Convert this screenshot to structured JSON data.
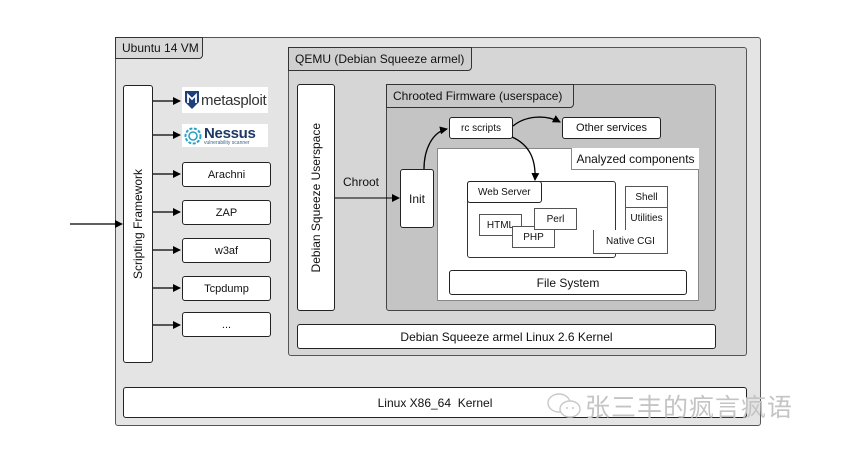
{
  "ubuntu_vm": {
    "title": "Ubuntu 14 VM",
    "scripting_framework": "Scripting Framework",
    "tools": [
      {
        "label": "metasploit",
        "kind": "logo",
        "icon": "metasploit-logo-icon"
      },
      {
        "label": "Nessus",
        "sublabel": "vulnerability scanner",
        "kind": "logo",
        "icon": "nessus-logo-icon"
      },
      {
        "label": "Arachni",
        "kind": "box"
      },
      {
        "label": "ZAP",
        "kind": "box"
      },
      {
        "label": "w3af",
        "kind": "box"
      },
      {
        "label": "Tcpdump",
        "kind": "box"
      },
      {
        "label": "...",
        "kind": "box"
      }
    ],
    "host_kernel": "Linux X86_64  Kernel"
  },
  "qemu": {
    "title": "QEMU (Debian Squeeze armel)",
    "userspace": "Debian Squeeze Userspace",
    "chroot_label": "Chroot",
    "guest_kernel": "Debian Squeeze armel Linux 2.6 Kernel",
    "chrooted_firmware": {
      "title": "Chrooted Firmware (userspace)",
      "init": "Init",
      "rc_scripts": "rc scripts",
      "other_services": "Other services",
      "analyzed": {
        "title": "Analyzed components",
        "web_server": "Web Server",
        "html": "HTML",
        "php": "PHP",
        "perl": "Perl",
        "native_cgi": "Native CGI",
        "shell": "Shell",
        "utilities": "Utilities",
        "file_system": "File System"
      }
    }
  },
  "watermark": "张三丰的疯言疯语",
  "colors": {
    "outer_bg": "#e4e4e4",
    "qemu_bg": "#d6d6d6",
    "firmware_bg": "#c4c4c4",
    "metasploit_blue": "#1d3f7a",
    "nessus_teal": "#2aa0c0",
    "nessus_navy": "#1d3a66"
  }
}
